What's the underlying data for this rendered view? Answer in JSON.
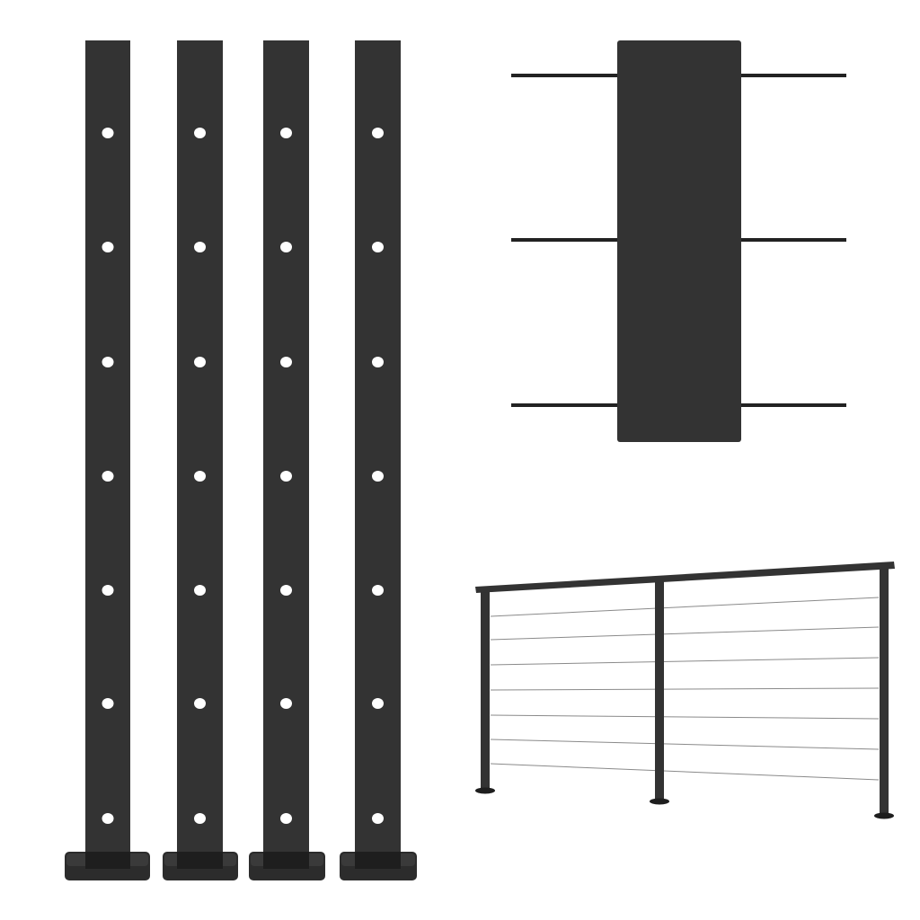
{
  "colors": {
    "background": "#ffffff",
    "metal": "#333333",
    "metal_dark": "#1e1e1e",
    "base": "#2c2c2c",
    "cable": "#8a8a8a",
    "hole": "#ffffff"
  },
  "posts": {
    "count": 4,
    "holes_per_post": 7
  },
  "detail_view": {
    "rod_rows": 3
  },
  "railing": {
    "post_count": 3,
    "cable_count": 7
  }
}
